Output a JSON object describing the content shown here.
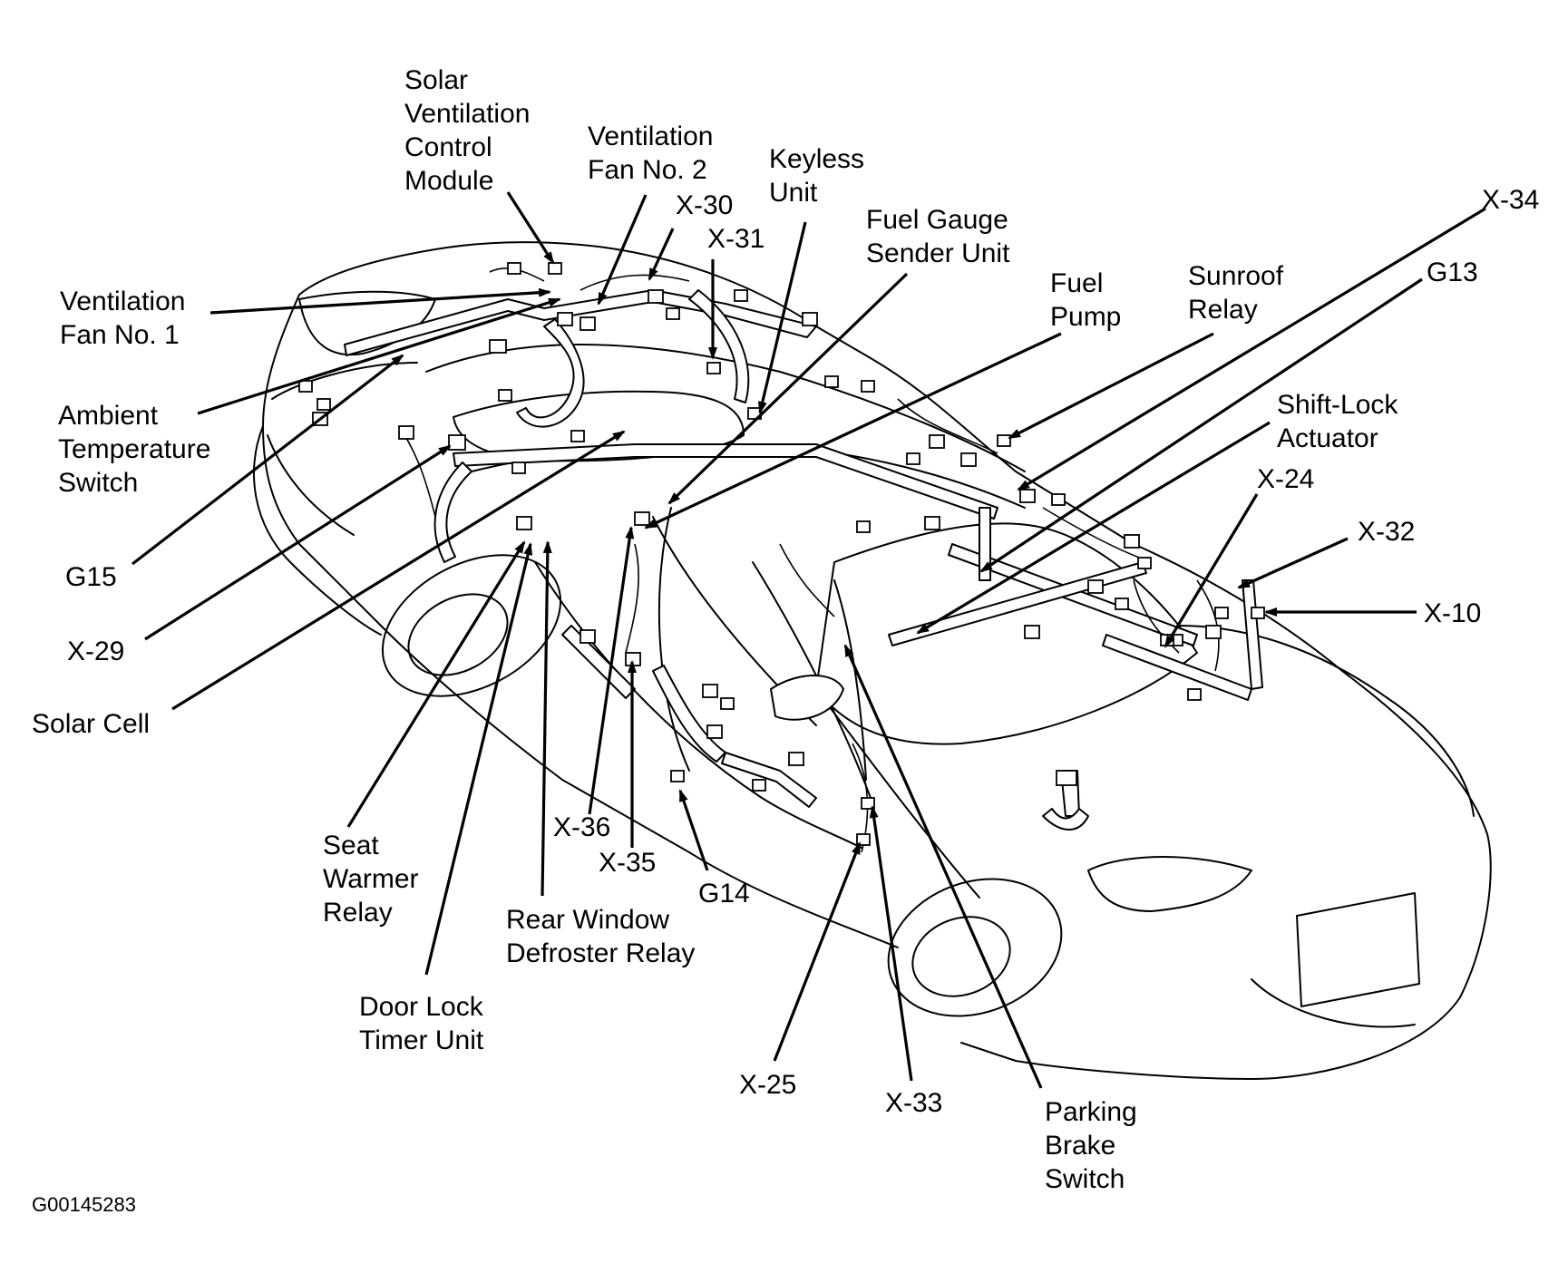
{
  "figure_id": "G00145283",
  "callouts": {
    "solar_vent_module": [
      "Solar",
      "Ventilation",
      "Control",
      "Module"
    ],
    "vent_fan_2": [
      "Ventilation",
      "Fan No. 2"
    ],
    "keyless_unit": [
      "Keyless",
      "Unit"
    ],
    "x30": "X-30",
    "x31": "X-31",
    "fuel_gauge": [
      "Fuel Gauge",
      "Sender Unit"
    ],
    "x34": "X-34",
    "fuel_pump": [
      "Fuel",
      "Pump"
    ],
    "sunroof_relay": [
      "Sunroof",
      "Relay"
    ],
    "g13": "G13",
    "vent_fan_1": [
      "Ventilation",
      "Fan No. 1"
    ],
    "ambient_temp": [
      "Ambient",
      "Temperature",
      "Switch"
    ],
    "shift_lock": [
      "Shift-Lock",
      "Actuator"
    ],
    "x24": "X-24",
    "x32": "X-32",
    "x10": "X-10",
    "g15": "G15",
    "x29": "X-29",
    "solar_cell": "Solar Cell",
    "seat_warmer": [
      "Seat",
      "Warmer",
      "Relay"
    ],
    "x36": "X-36",
    "x35": "X-35",
    "g14": "G14",
    "rear_defroster": [
      "Rear Window",
      "Defroster Relay"
    ],
    "door_lock_timer": [
      "Door Lock",
      "Timer Unit"
    ],
    "x25": "X-25",
    "x33": "X-33",
    "parking_brake": [
      "Parking",
      "Brake",
      "Switch"
    ]
  }
}
